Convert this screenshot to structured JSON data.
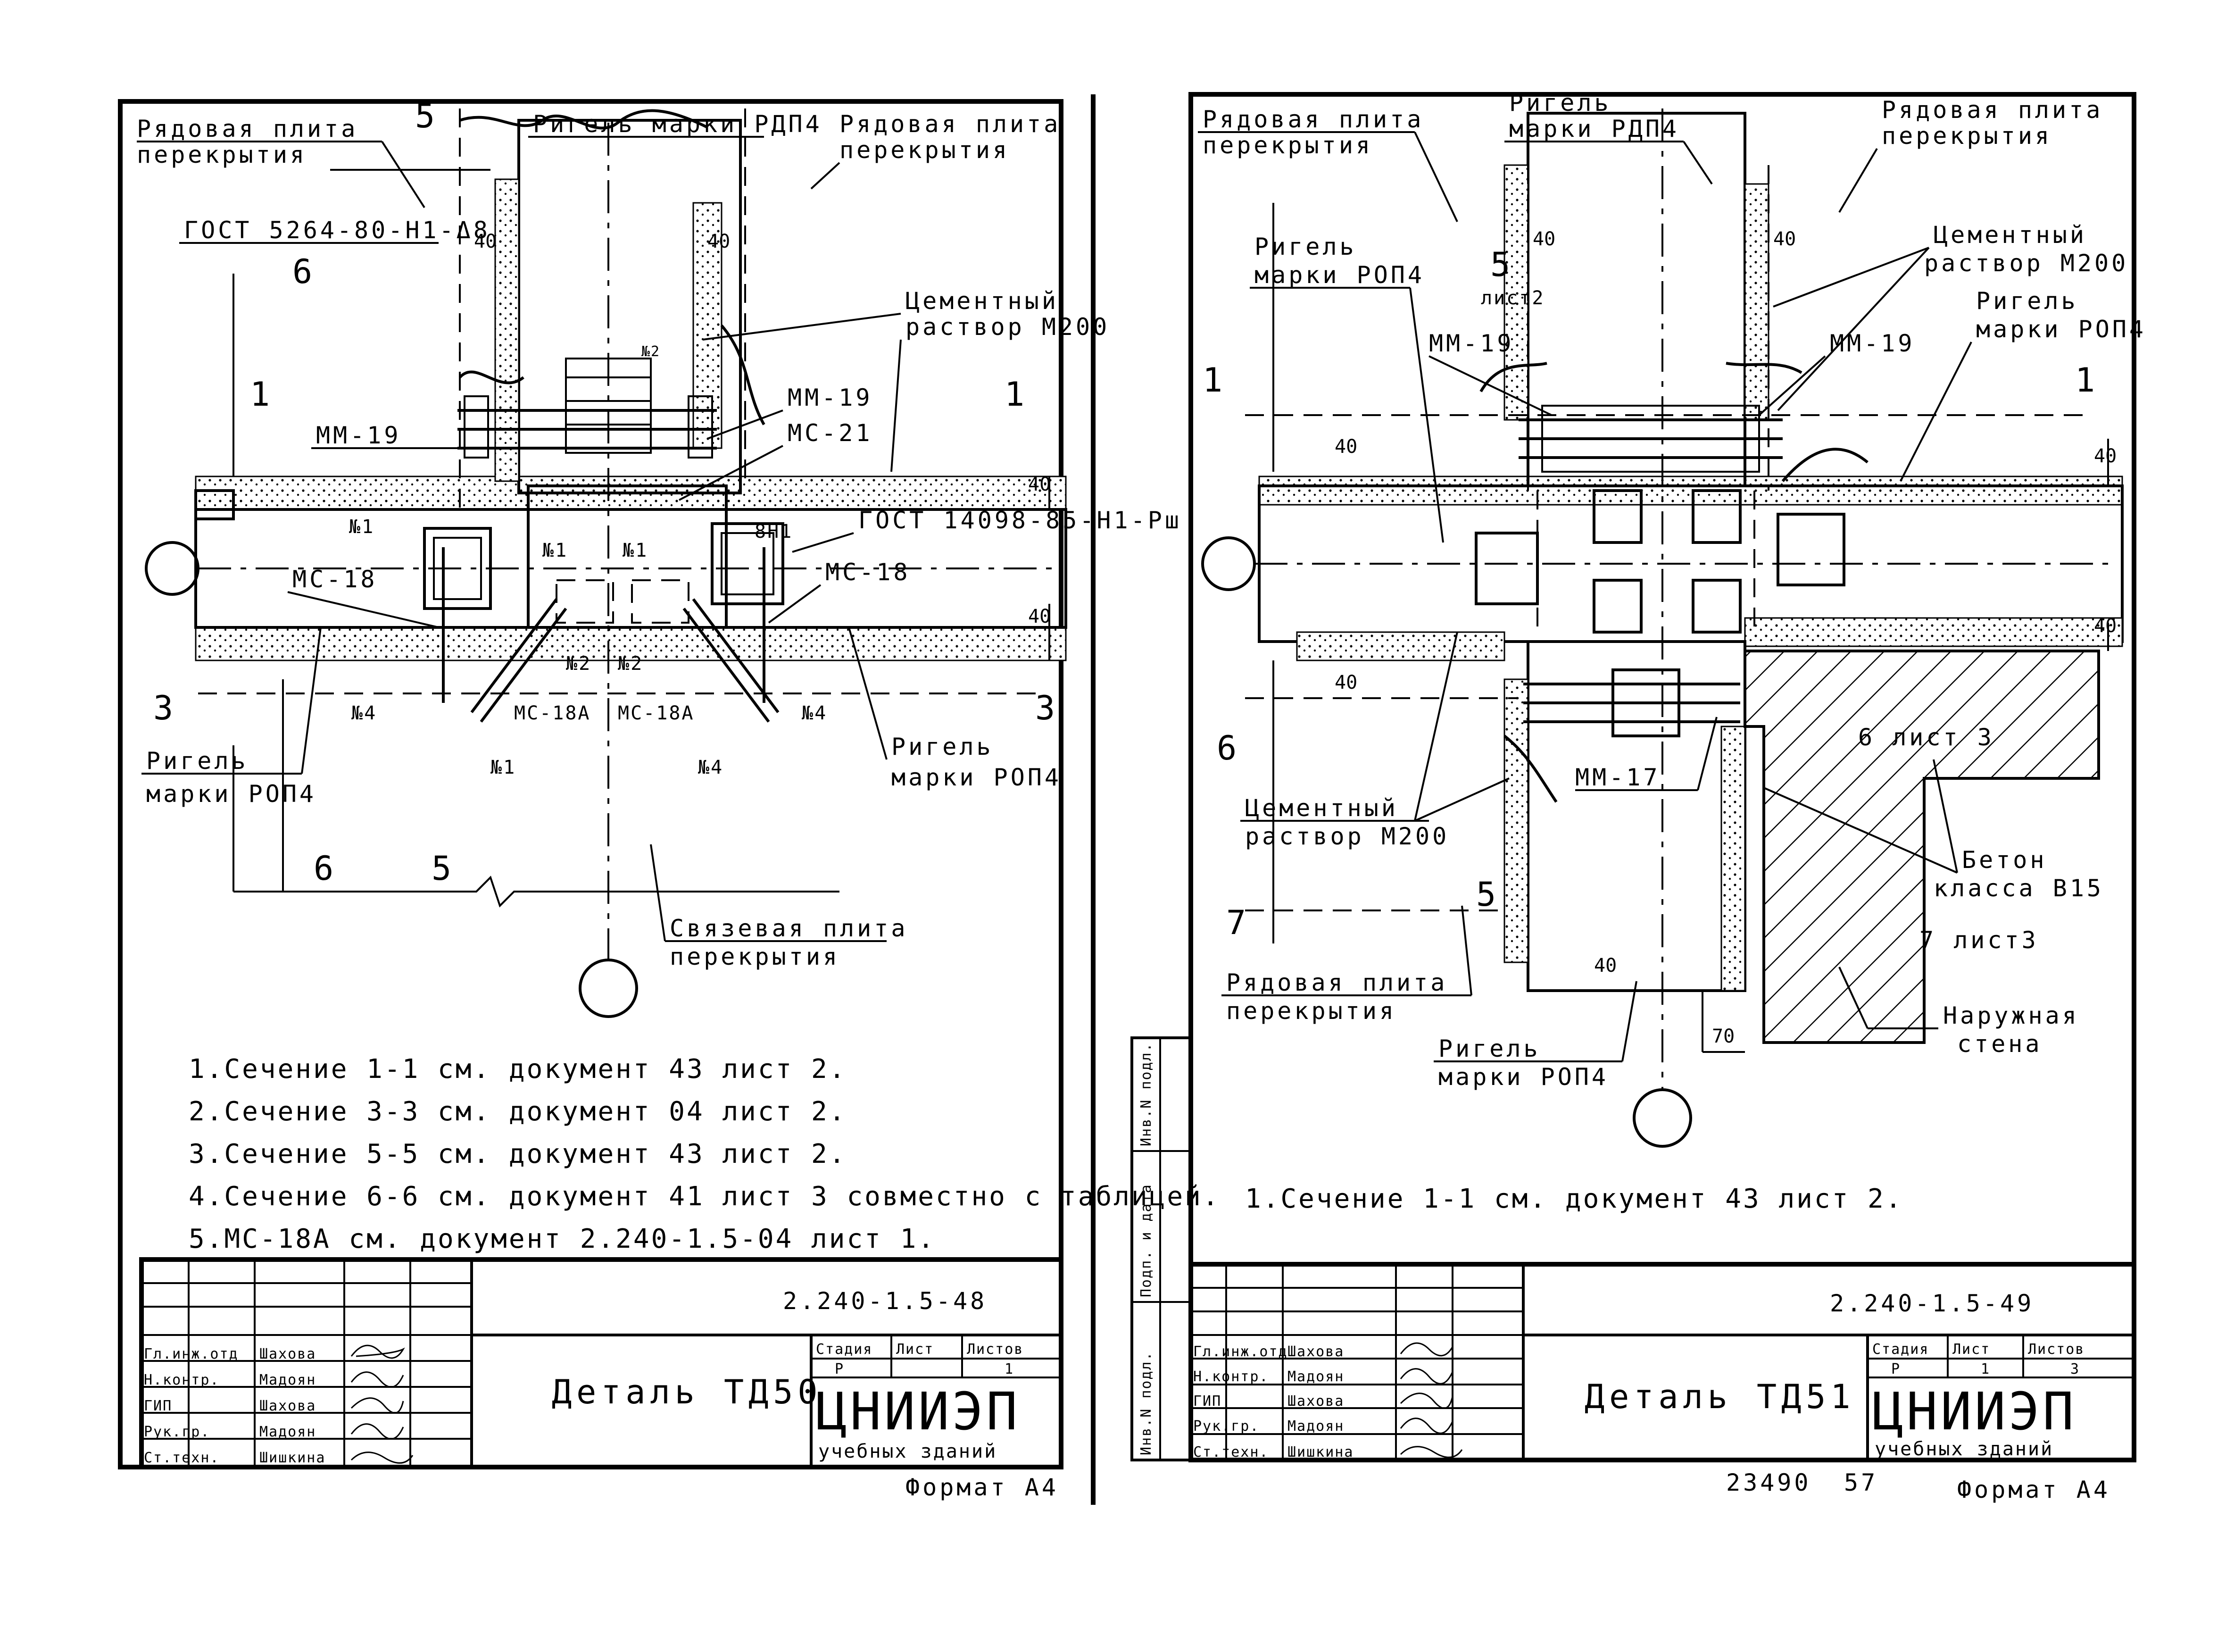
{
  "left_sheet": {
    "labels": {
      "slab_left": [
        "Рядовая плита",
        "перекрытия"
      ],
      "beam_top": "Ригель марки РДП4",
      "slab_right": [
        "Рядовая плита",
        "перекрытия"
      ],
      "gost_left": "ГОСТ 5264-80-Н1-Δ8",
      "mortar": [
        "Цементный",
        "раствор М200"
      ],
      "mm19_left": "ММ-19",
      "mm19_right": "ММ-19",
      "mc21": "МС-21",
      "gost_right": "ГОСТ 14098-85-Н1-Рш",
      "mc18_left": "МС-18",
      "mc18_right": "МС-18",
      "mc18a_left": "МС-18А",
      "mc18a_right": "МС-18А",
      "beam_left": [
        "Ригель",
        "марки РОП4"
      ],
      "beam_right": [
        "Ригель",
        "марки РОП4"
      ],
      "link_slab": [
        "Связевая плита",
        "перекрытия"
      ],
      "n1": "№1",
      "n2": "№2",
      "n4": "№4",
      "weld": "8Н1",
      "sec5": "5",
      "sec6": "6",
      "sec1": "1",
      "sec3": "3",
      "dim40": "40",
      "angle": "8Н1"
    },
    "notes": [
      "1.Сечение 1-1 см. документ 43 лист 2.",
      "2.Сечение 3-3 см. документ 04 лист 2.",
      "3.Сечение 5-5 см. документ 43 лист 2.",
      "4.Сечение 6-6 см. документ 41 лист 3 совместно с таблицей.",
      "5.МС-18А см. документ 2.240-1.5-04 лист 1."
    ],
    "title_block": {
      "code": "2.240-1.5-48",
      "title": "Деталь ТД50",
      "roles": [
        "Гл.инж.отд",
        "Н.контр.",
        "ГИП",
        "Рук.гр.",
        "Ст.техн."
      ],
      "names": [
        "Шахова",
        "Мадоян",
        "Шахова",
        "Мадоян",
        "Шишкина"
      ],
      "stage_header": "Стадия",
      "sheet_header": "Лист",
      "sheets_header": "Листов",
      "stage": "Р",
      "sheets": "1",
      "org": "ЦНИИЭП",
      "org_sub": "учебных зданий",
      "format": "Формат А4"
    }
  },
  "right_sheet": {
    "labels": {
      "slab_left": [
        "Рядовая плита",
        "перекрытия"
      ],
      "beam_top": [
        "Ригель",
        "марки РДП4"
      ],
      "slab_right": [
        "Рядовая плита",
        "перекрытия"
      ],
      "mortar_top": [
        "Цементный",
        "раствор М200"
      ],
      "beam_right": [
        "Ригель",
        "марки РОП4"
      ],
      "beam_left": [
        "Ригель",
        "марки РОП4"
      ],
      "sec5": "5",
      "sheet2": "лист2",
      "mm19_left": "ММ-19",
      "mm19_right": "ММ-19",
      "mm17": "ММ-17",
      "sec6_ref": "6 лист 3",
      "mortar_bottom": [
        "Цементный",
        "раствор М200"
      ],
      "concrete": [
        "Бетон",
        "класса В15"
      ],
      "sec7_ref": "7 лист3",
      "outer_wall": [
        "Наружная",
        "стена"
      ],
      "slab_bottom": [
        "Рядовая плита",
        "перекрытия"
      ],
      "beam_bottom": [
        "Ригель",
        "марки РОП4"
      ],
      "sec1": "1",
      "sec6": "6",
      "sec7": "7",
      "dim40": "40",
      "dim70": "70"
    },
    "notes": [
      "1.Сечение 1-1 см. документ 43 лист 2."
    ],
    "title_block": {
      "code": "2.240-1.5-49",
      "title": "Деталь ТД51",
      "roles": [
        "Гл.инж.отд",
        "Н.контр.",
        "ГИП",
        "Рук.гр.",
        "Ст.техн."
      ],
      "names": [
        "Шахова",
        "Мадоян",
        "Шахова",
        "Мадоян",
        "Шишкина"
      ],
      "stage_header": "Стадия",
      "sheet_header": "Лист",
      "sheets_header": "Листов",
      "stage": "Р",
      "sheet": "1",
      "sheets": "3",
      "org": "ЦНИИЭП",
      "org_sub": "учебных зданий",
      "format": "Формат А4",
      "stamp_left": [
        "Инв.N подл.",
        "Подп. и дата",
        "Инв.N подл."
      ]
    },
    "footer_number": "23490",
    "footer_page": "57"
  }
}
